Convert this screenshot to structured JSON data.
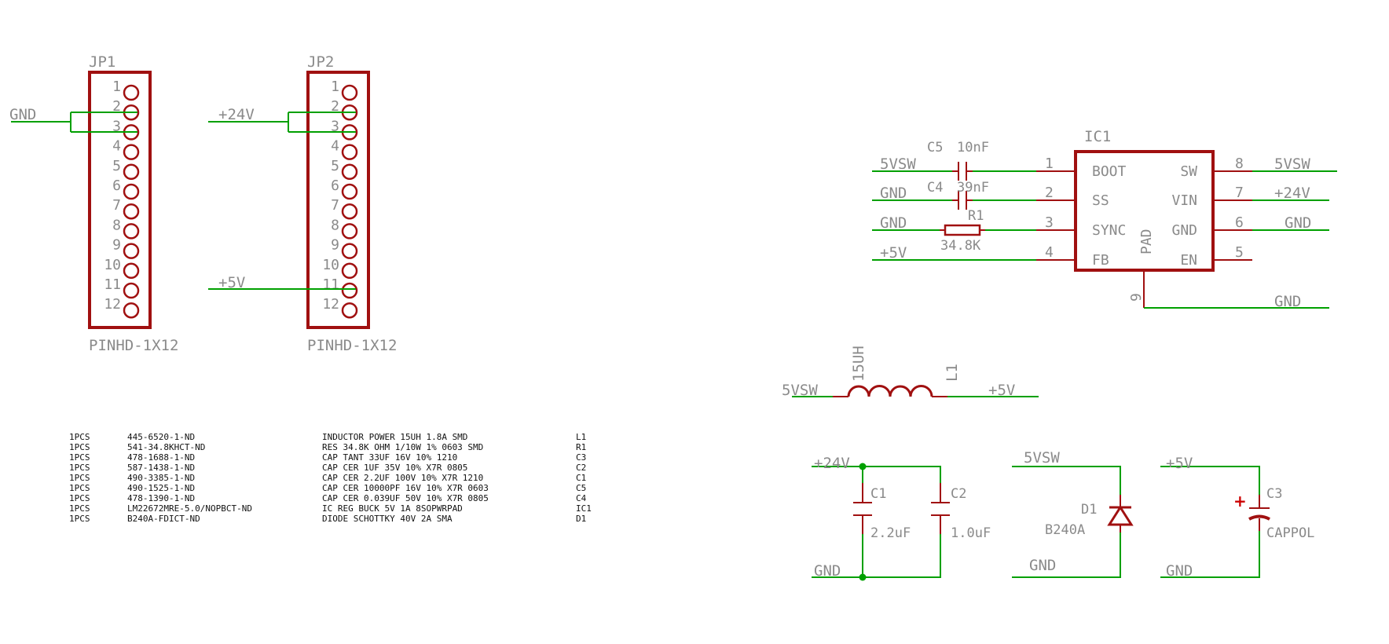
{
  "colors": {
    "wire": "#00a000",
    "part": "#a01010",
    "label": "#8a8a8a",
    "text": "#111111"
  },
  "connectors": {
    "jp1": {
      "name": "JP1",
      "value": "PINHD-1X12",
      "pins": [
        "1",
        "2",
        "3",
        "4",
        "5",
        "6",
        "7",
        "8",
        "9",
        "10",
        "11",
        "12"
      ],
      "net": "GND"
    },
    "jp2": {
      "name": "JP2",
      "value": "PINHD-1X12",
      "pins": [
        "1",
        "2",
        "3",
        "4",
        "5",
        "6",
        "7",
        "8",
        "9",
        "10",
        "11",
        "12"
      ],
      "net_top": "+24V",
      "net_bottom": "+5V"
    }
  },
  "ic1": {
    "name": "IC1",
    "left_pins": [
      {
        "num": "1",
        "name": "BOOT"
      },
      {
        "num": "2",
        "name": "SS"
      },
      {
        "num": "3",
        "name": "SYNC"
      },
      {
        "num": "4",
        "name": "FB"
      }
    ],
    "right_pins": [
      {
        "num": "8",
        "name": "SW"
      },
      {
        "num": "7",
        "name": "VIN"
      },
      {
        "num": "6",
        "name": "GND"
      },
      {
        "num": "5",
        "name": "EN"
      }
    ],
    "pad_label": "PAD",
    "pad_num": "9",
    "left_nets": [
      "5VSW",
      "GND",
      "GND",
      "+5V"
    ],
    "right_nets": [
      "5VSW",
      "+24V",
      "GND"
    ],
    "pad_net": "GND"
  },
  "ic_parts": {
    "c5": {
      "name": "C5",
      "value": "10nF"
    },
    "c4": {
      "name": "C4",
      "value": "39nF"
    },
    "r1": {
      "name": "R1",
      "value": "34.8K"
    }
  },
  "inductor": {
    "name": "L1",
    "value": "15UH",
    "net_left": "5VSW",
    "net_right": "+5V"
  },
  "input_caps": {
    "net_top": "+24V",
    "net_bottom": "GND",
    "c1": {
      "name": "C1",
      "value": "2.2uF"
    },
    "c2": {
      "name": "C2",
      "value": "1.0uF"
    }
  },
  "diode": {
    "name": "D1",
    "value": "B240A",
    "net_top": "5VSW",
    "net_bottom": "GND"
  },
  "output_cap": {
    "name": "C3",
    "value": "CAPPOL",
    "plus": "+",
    "net_top": "+5V",
    "net_bottom": "GND"
  },
  "bom": [
    {
      "qty": "1PCS",
      "pn": "445-6520-1-ND",
      "desc": "INDUCTOR POWER 15UH 1.8A SMD",
      "ref": "L1"
    },
    {
      "qty": "1PCS",
      "pn": "541-34.8KHCT-ND",
      "desc": "RES 34.8K OHM 1/10W 1% 0603 SMD",
      "ref": "R1"
    },
    {
      "qty": "1PCS",
      "pn": "478-1688-1-ND",
      "desc": "CAP TANT 33UF 16V 10% 1210",
      "ref": "C3"
    },
    {
      "qty": "1PCS",
      "pn": "587-1438-1-ND",
      "desc": "CAP CER 1UF 35V 10% X7R 0805",
      "ref": "C2"
    },
    {
      "qty": "1PCS",
      "pn": "490-3385-1-ND",
      "desc": "CAP CER 2.2UF 100V 10% X7R 1210",
      "ref": "C1"
    },
    {
      "qty": "1PCS",
      "pn": "490-1525-1-ND",
      "desc": "CAP CER 10000PF 16V 10% X7R 0603",
      "ref": "C5"
    },
    {
      "qty": "1PCS",
      "pn": "478-1390-1-ND",
      "desc": "CAP CER 0.039UF 50V 10% X7R 0805",
      "ref": "C4"
    },
    {
      "qty": "1PCS",
      "pn": "LM22672MRE-5.0/NOPBCT-ND",
      "desc": "IC REG BUCK 5V 1A 8SOPWRPAD",
      "ref": "IC1"
    },
    {
      "qty": "1PCS",
      "pn": "B240A-FDICT-ND",
      "desc": "DIODE SCHOTTKY 40V 2A SMA",
      "ref": "D1"
    }
  ]
}
